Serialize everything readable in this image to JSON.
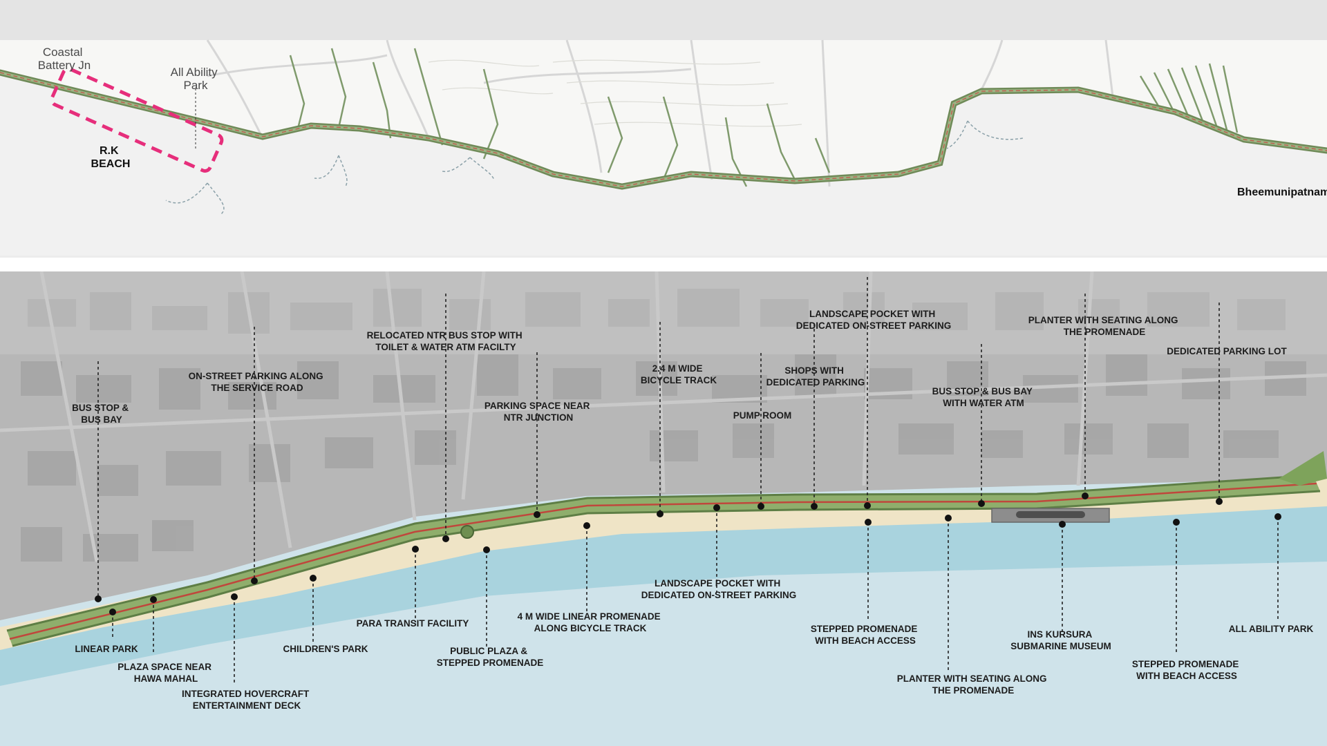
{
  "overview": {
    "labels": {
      "coastal_battery": [
        "Coastal",
        "Battery Jn"
      ],
      "all_ability": [
        "All Ability",
        "Park"
      ],
      "rk_beach": [
        "R.K",
        "BEACH"
      ],
      "bheemunipatnam": "Bheemunipatnam"
    },
    "highlight_color": "#e62e7b"
  },
  "detail": {
    "callouts": [
      {
        "id": "bus-stop-bus-bay",
        "lines": [
          "BUS STOP &",
          "BUS BAY"
        ]
      },
      {
        "id": "on-street-parking-service-road",
        "lines": [
          "ON-STREET PARKING ALONG",
          "THE SERVICE ROAD"
        ]
      },
      {
        "id": "relocated-ntr-bus-stop",
        "lines": [
          "RELOCATED NTR BUS STOP WITH",
          "TOILET & WATER ATM FACILTY"
        ]
      },
      {
        "id": "parking-near-ntr-junction",
        "lines": [
          "PARKING SPACE NEAR",
          "NTR JUNCTION"
        ]
      },
      {
        "id": "bicycle-track-2-4m",
        "lines": [
          "2.4 M WIDE",
          "BICYCLE TRACK"
        ]
      },
      {
        "id": "pump-room",
        "lines": [
          "PUMP ROOM"
        ]
      },
      {
        "id": "shops-dedicated-parking",
        "lines": [
          "SHOPS WITH",
          "DEDICATED PARKING"
        ]
      },
      {
        "id": "landscape-pocket-top",
        "lines": [
          "LANDSCAPE POCKET WITH",
          "DEDICATED ON-STREET PARKING"
        ]
      },
      {
        "id": "bus-stop-water-atm",
        "lines": [
          "BUS STOP & BUS BAY",
          "WITH WATER ATM"
        ]
      },
      {
        "id": "planter-seating-top",
        "lines": [
          "PLANTER WITH SEATING ALONG",
          "THE PROMENADE"
        ]
      },
      {
        "id": "dedicated-parking-lot",
        "lines": [
          "DEDICATED PARKING LOT"
        ]
      },
      {
        "id": "linear-park",
        "lines": [
          "LINEAR PARK"
        ]
      },
      {
        "id": "plaza-hawa-mahal",
        "lines": [
          "PLAZA SPACE NEAR",
          "HAWA MAHAL"
        ]
      },
      {
        "id": "hovercraft-deck",
        "lines": [
          "INTEGRATED HOVERCRAFT",
          "ENTERTAINMENT DECK"
        ]
      },
      {
        "id": "childrens-park",
        "lines": [
          "CHILDREN'S PARK"
        ]
      },
      {
        "id": "para-transit",
        "lines": [
          "PARA TRANSIT FACILITY"
        ]
      },
      {
        "id": "public-plaza",
        "lines": [
          "PUBLIC PLAZA &",
          "STEPPED PROMENADE"
        ]
      },
      {
        "id": "linear-promenade-4m",
        "lines": [
          "4 M WIDE LINEAR PROMENADE",
          "ALONG BICYCLE TRACK"
        ]
      },
      {
        "id": "landscape-pocket-bottom",
        "lines": [
          "LANDSCAPE POCKET WITH",
          "DEDICATED ON-STREET PARKING"
        ]
      },
      {
        "id": "stepped-promenade-1",
        "lines": [
          "STEPPED PROMENADE",
          "WITH BEACH ACCESS"
        ]
      },
      {
        "id": "planter-seating-bottom",
        "lines": [
          "PLANTER WITH SEATING ALONG",
          "THE PROMENADE"
        ]
      },
      {
        "id": "ins-kursura",
        "lines": [
          "INS KURSURA",
          "SUBMARINE MUSEUM"
        ]
      },
      {
        "id": "stepped-promenade-2",
        "lines": [
          "STEPPED PROMENADE",
          "WITH BEACH ACCESS"
        ]
      },
      {
        "id": "all-ability-park",
        "lines": [
          "ALL ABILITY PARK"
        ]
      }
    ]
  }
}
